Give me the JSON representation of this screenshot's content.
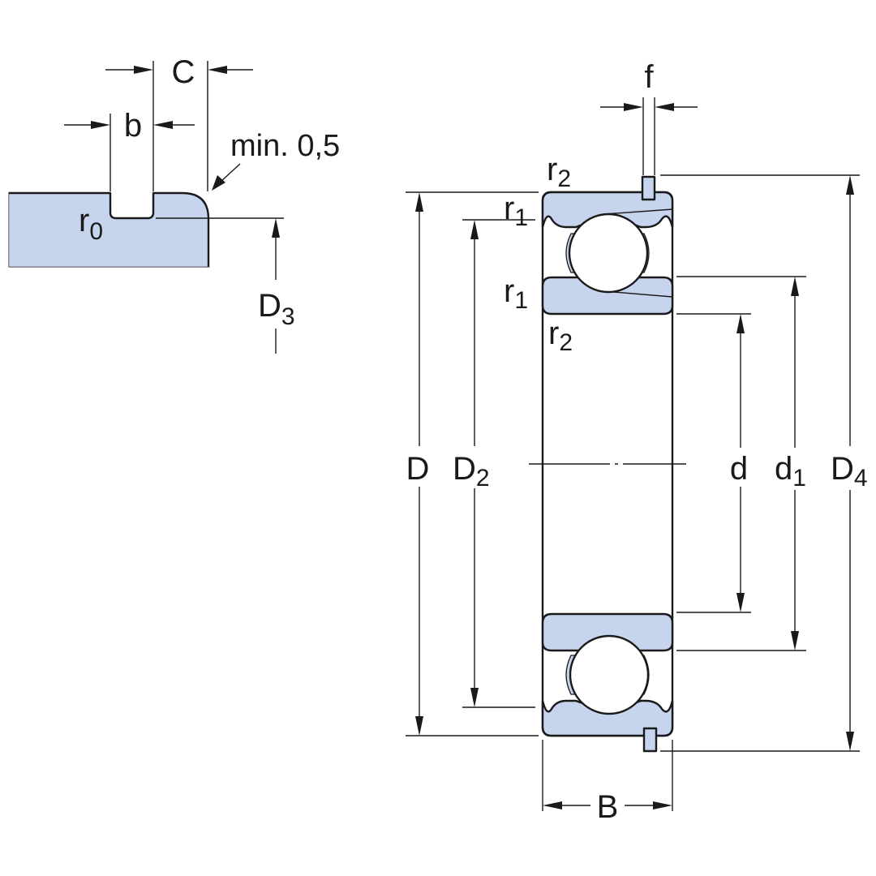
{
  "labels": {
    "C": "C",
    "b": "b",
    "min_note": "min. 0,5",
    "r0": {
      "base": "r",
      "sub": "0"
    },
    "D3": {
      "base": "D",
      "sub": "3"
    },
    "f": "f",
    "r2_top": {
      "base": "r",
      "sub": "2"
    },
    "r1_top": {
      "base": "r",
      "sub": "1"
    },
    "r1_mid": {
      "base": "r",
      "sub": "1"
    },
    "r2_mid": {
      "base": "r",
      "sub": "2"
    },
    "D": "D",
    "D2": {
      "base": "D",
      "sub": "2"
    },
    "d": "d",
    "d1": {
      "base": "d",
      "sub": "1"
    },
    "D4": {
      "base": "D",
      "sub": "4"
    },
    "B": "B"
  },
  "colors": {
    "fill": "#c6d4ee",
    "stroke": "#1a1a1a"
  }
}
